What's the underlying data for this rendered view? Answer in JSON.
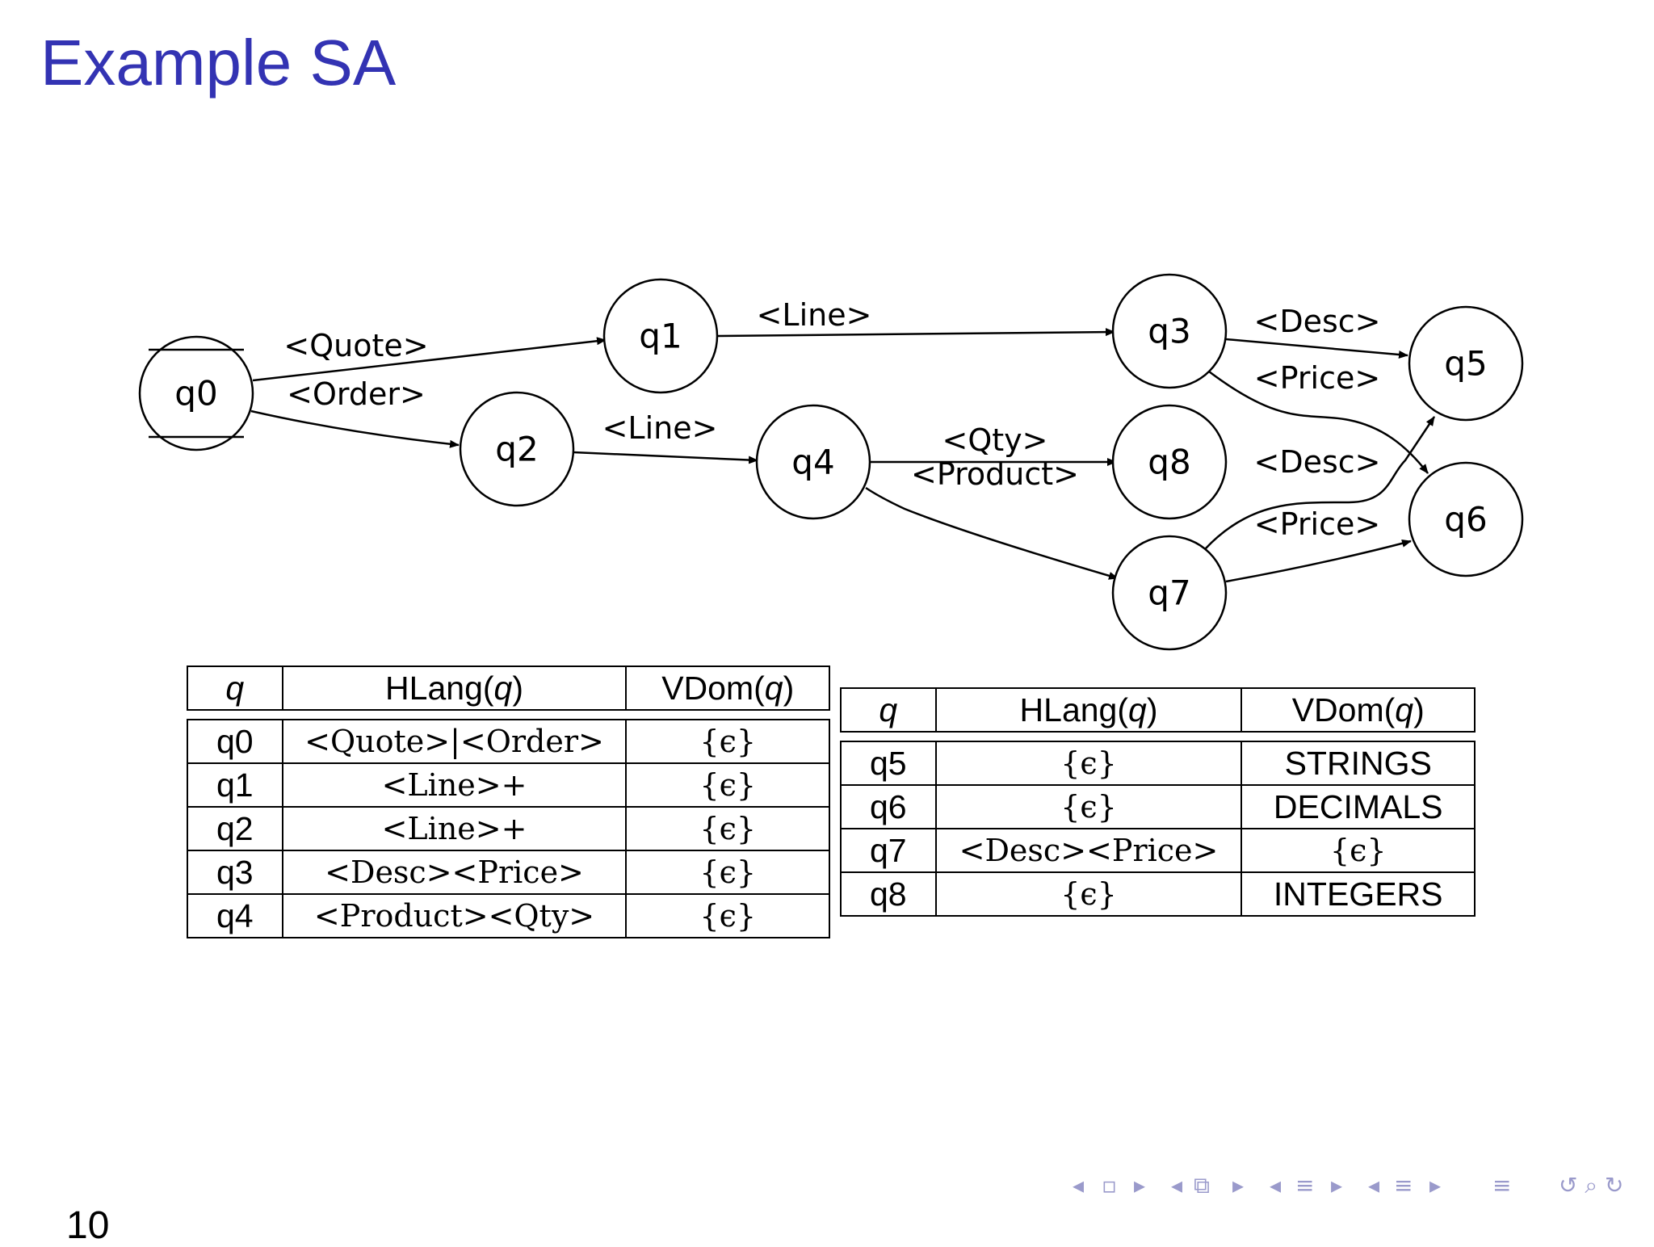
{
  "title": "Example SA",
  "page_number": "10",
  "states": [
    {
      "id": "q0",
      "label": "q0",
      "initial": true
    },
    {
      "id": "q1",
      "label": "q1"
    },
    {
      "id": "q2",
      "label": "q2"
    },
    {
      "id": "q3",
      "label": "q3"
    },
    {
      "id": "q4",
      "label": "q4"
    },
    {
      "id": "q5",
      "label": "q5"
    },
    {
      "id": "q6",
      "label": "q6"
    },
    {
      "id": "q7",
      "label": "q7"
    },
    {
      "id": "q8",
      "label": "q8"
    }
  ],
  "transitions": [
    {
      "from": "q0",
      "to": "q1",
      "label": "<Quote>"
    },
    {
      "from": "q0",
      "to": "q2",
      "label": "<Order>"
    },
    {
      "from": "q1",
      "to": "q3",
      "label": "<Line>"
    },
    {
      "from": "q2",
      "to": "q4",
      "label": "<Line>"
    },
    {
      "from": "q4",
      "to": "q8",
      "label": "<Qty>"
    },
    {
      "from": "q4",
      "to": "q7",
      "label": "<Product>"
    },
    {
      "from": "q3",
      "to": "q5",
      "label": "<Desc>"
    },
    {
      "from": "q3",
      "to": "q6",
      "label": "<Price>"
    },
    {
      "from": "q7",
      "to": "q5",
      "label": "<Desc>"
    },
    {
      "from": "q7",
      "to": "q6",
      "label": "<Price>"
    }
  ],
  "table_left": {
    "headers": [
      "q",
      "HLang(",
      "q",
      ")",
      "VDom(",
      "q",
      ")"
    ],
    "rows": [
      {
        "q": "q0",
        "hlang": "<Quote>|<Order>",
        "vdom": "{ϵ}"
      },
      {
        "q": "q1",
        "hlang": "<Line>+",
        "vdom": "{ϵ}"
      },
      {
        "q": "q2",
        "hlang": "<Line>+",
        "vdom": "{ϵ}"
      },
      {
        "q": "q3",
        "hlang": "<Desc><Price>",
        "vdom": "{ϵ}"
      },
      {
        "q": "q4",
        "hlang": "<Product><Qty>",
        "vdom": "{ϵ}"
      }
    ]
  },
  "table_right": {
    "headers": [
      "q",
      "HLang(",
      "q",
      ")",
      "VDom(",
      "q",
      ")"
    ],
    "rows": [
      {
        "q": "q5",
        "hlang": "{ϵ}",
        "vdom": "STRINGS"
      },
      {
        "q": "q6",
        "hlang": "{ϵ}",
        "vdom": "DECIMALS"
      },
      {
        "q": "q7",
        "hlang": "<Desc><Price>",
        "vdom": "{ϵ}"
      },
      {
        "q": "q8",
        "hlang": "{ϵ}",
        "vdom": "INTEGERS"
      }
    ]
  },
  "nav_icons": {
    "left": "◂",
    "right": "▸",
    "frame": "▫",
    "subsection": "⧉",
    "section": "≡",
    "doc": "≡",
    "search": "↺ ⌕ ↻"
  },
  "colors": {
    "title": "#3333b3",
    "nav": "#9a9acb"
  }
}
